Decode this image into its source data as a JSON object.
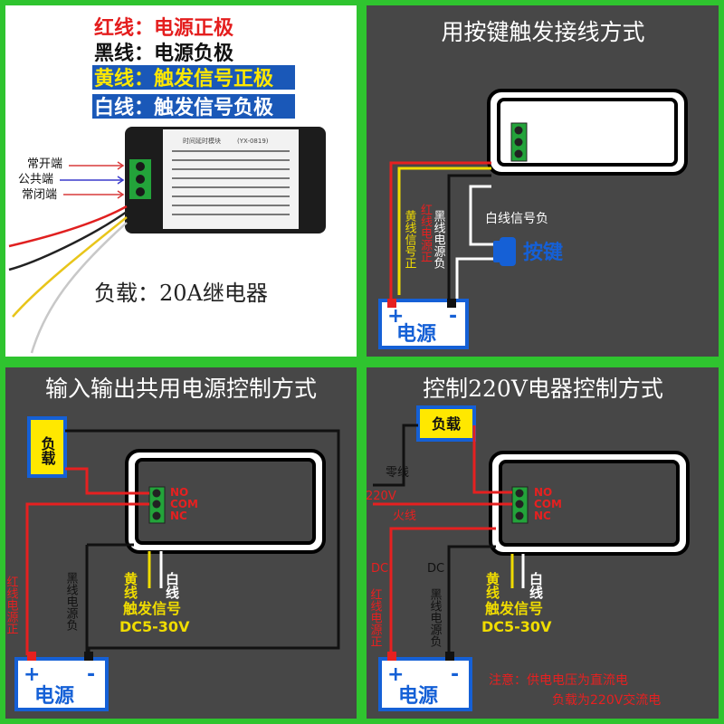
{
  "legend": {
    "red": "红线：电源正极",
    "black": "黑线：电源负极",
    "yellow": "黄线：触发信号正极",
    "white": "白线：触发信号负极"
  },
  "photo": {
    "module_label": "时间延时模块",
    "model": "(YX-0819)",
    "terminal_no": "常开端",
    "terminal_com": "公共端",
    "terminal_nc": "常闭端",
    "load_caption": "负载：20A继电器"
  },
  "panel_tr": {
    "title": "用按键触发接线方式",
    "red_label": "红线电源正",
    "yellow_label": "黄线信号正",
    "black_label": "黑线电源负",
    "white_label": "白线信号负",
    "button_label": "按键",
    "power_label": "电源",
    "plus": "+",
    "minus": "-"
  },
  "panel_bl": {
    "title": "输入输出共用电源控制方式",
    "load_label": "负载",
    "no": "NO",
    "com": "COM",
    "nc": "NC",
    "red_label": "红线电源正",
    "black_label": "黑线电源负",
    "yellow_label": "黄线",
    "white_label": "白线",
    "trigger_label": "触发信号",
    "voltage_label": "DC5-30V",
    "power_label": "电源",
    "plus": "+",
    "minus": "-"
  },
  "panel_br": {
    "title": "控制220V电器控制方式",
    "load_label": "负载",
    "neutral_label": "零线",
    "v220_label": "220V",
    "live_label": "火线",
    "no": "NO",
    "com": "COM",
    "nc": "NC",
    "dc_left": "DC",
    "red_label": "红线电源正",
    "dc_right": "DC",
    "black_label": "黑线电源负",
    "yellow_label": "黄线",
    "white_label": "白线",
    "trigger_label": "触发信号",
    "voltage_label": "DC5-30V",
    "power_label": "电源",
    "plus": "+",
    "minus": "-",
    "note_line1": "注意：供电电压为直流电",
    "note_line2": "负载为220V交流电"
  }
}
